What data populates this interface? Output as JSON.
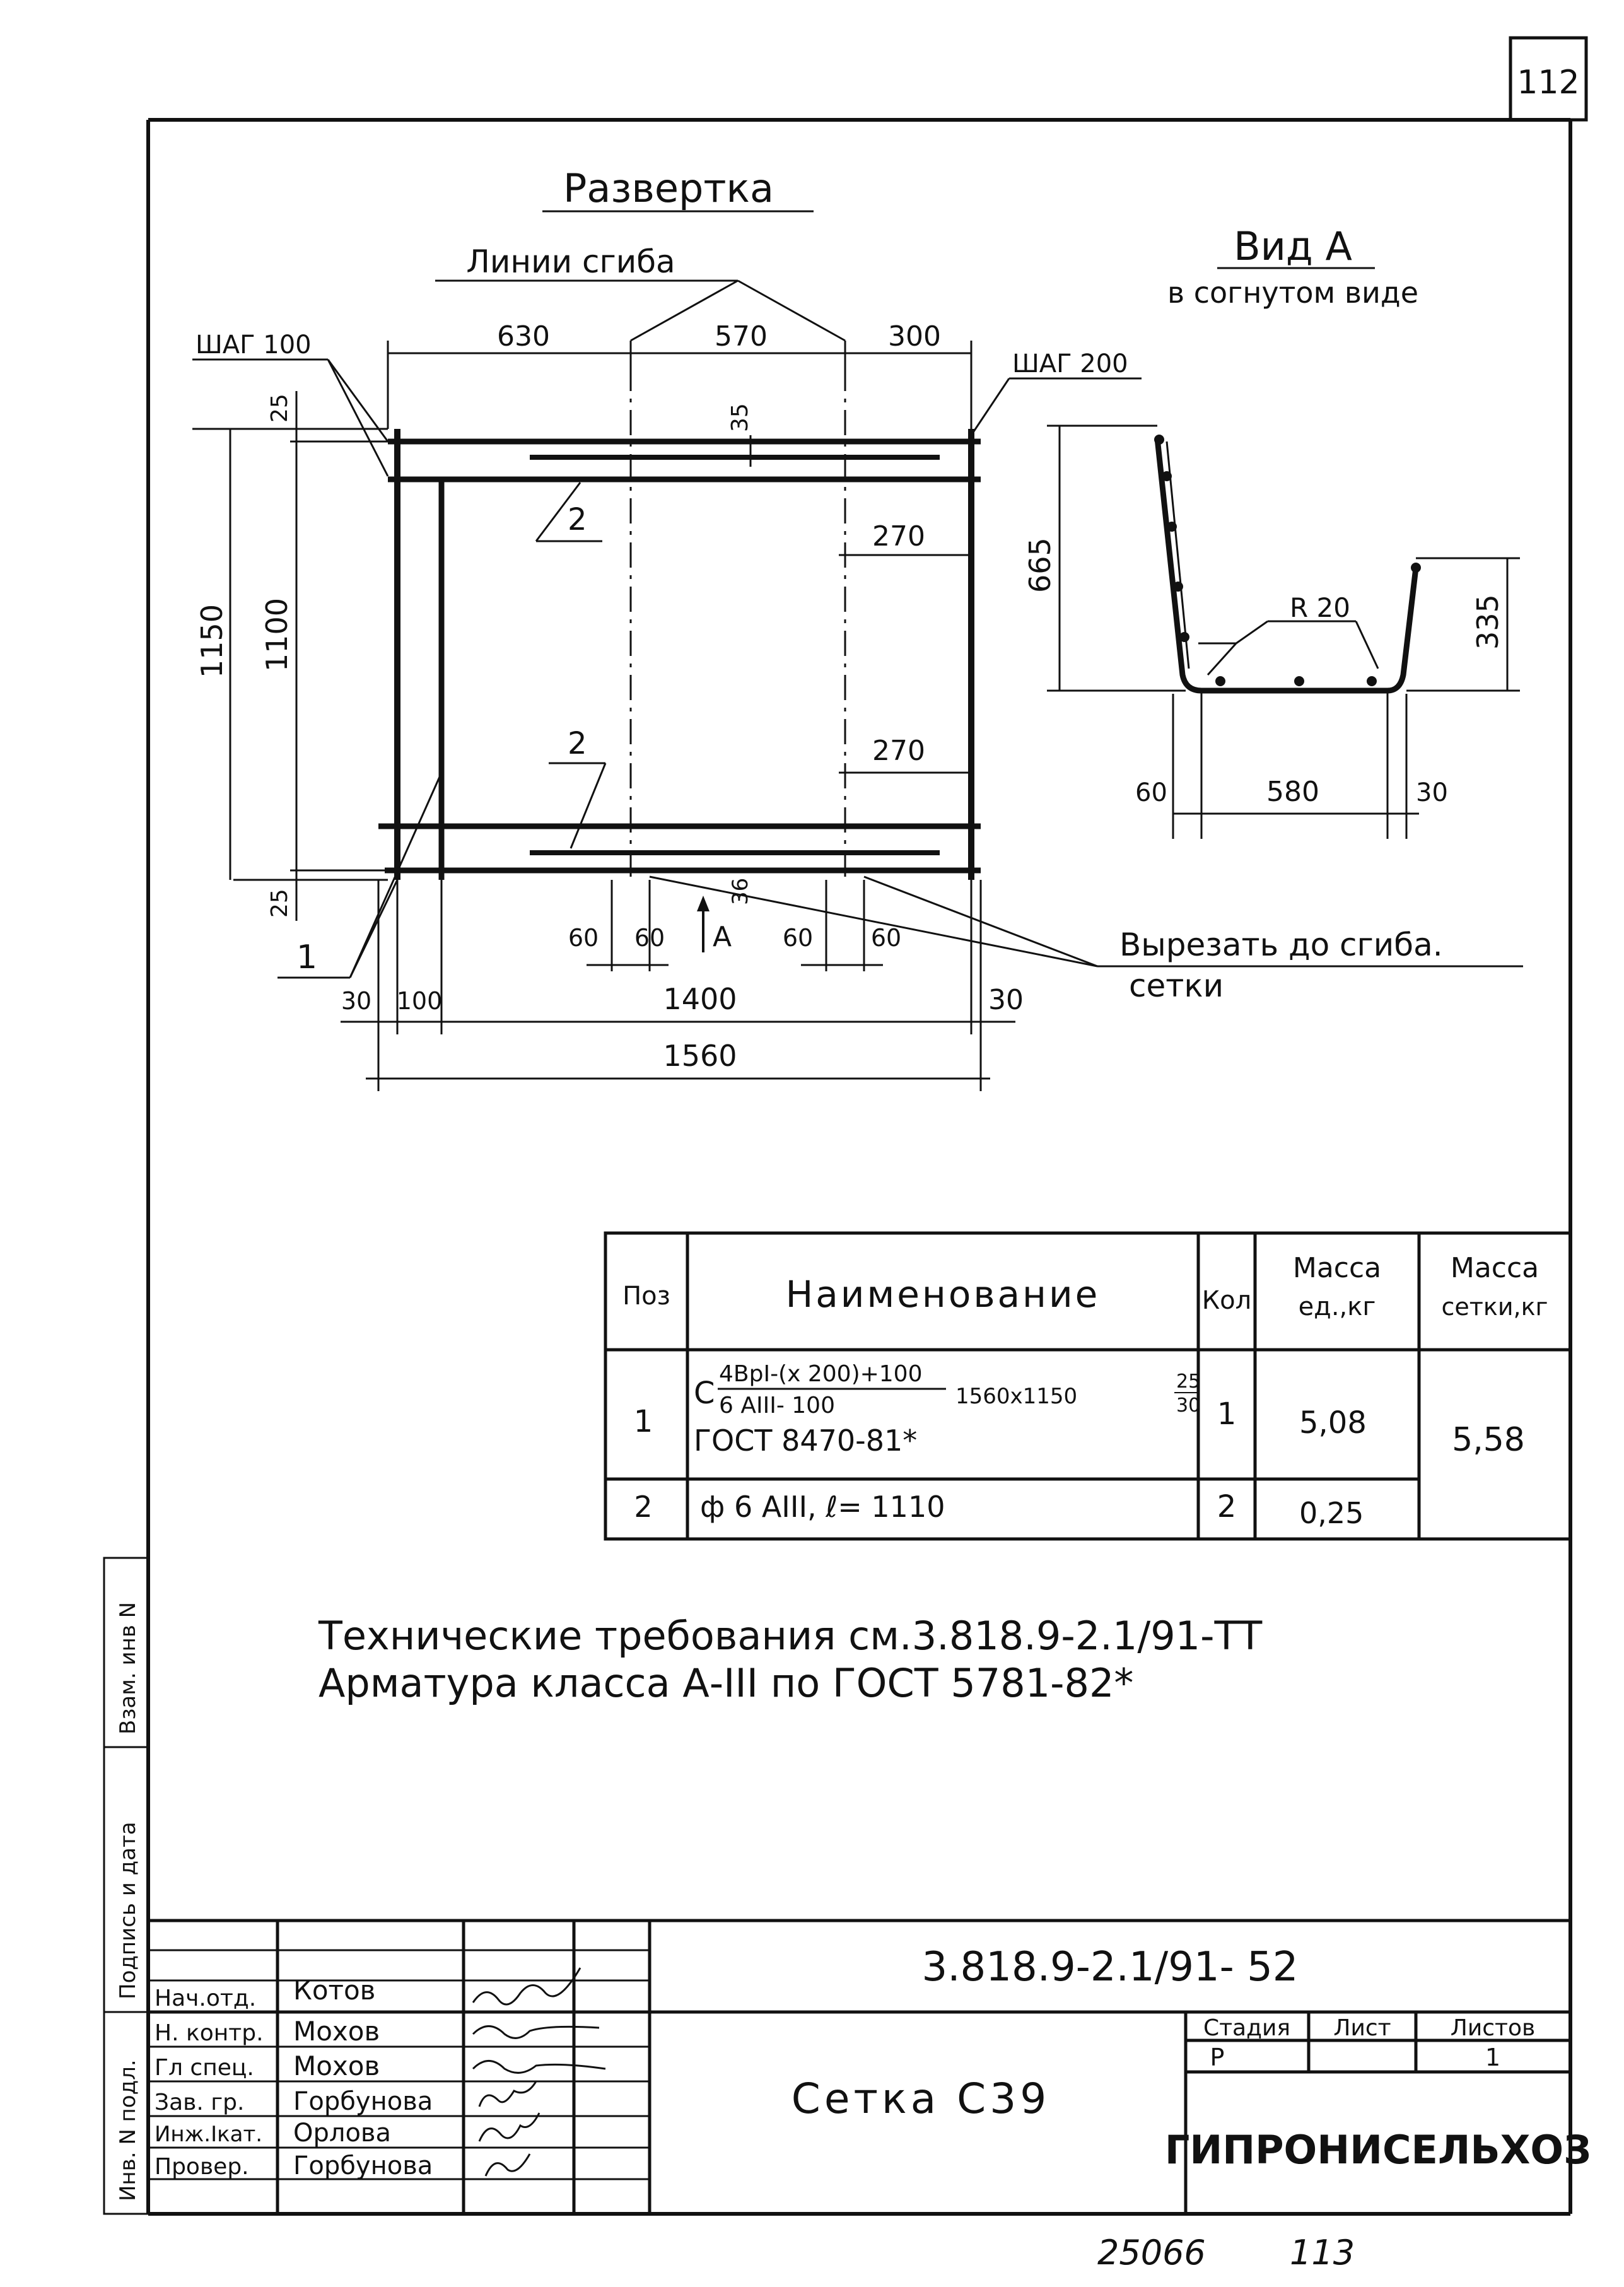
{
  "page_number": "112",
  "unfold": {
    "title": "Развертка",
    "fold_lines_label": "Линии сгиба",
    "step_left": "ШАГ 100",
    "step_right": "ШАГ 200",
    "dims": {
      "top_630": "630",
      "top_570": "570",
      "top_300": "300",
      "d35_top": "35",
      "d270_a": "270",
      "d270_b": "270",
      "left_1150": "1150",
      "left_1100": "1100",
      "d25_top": "25",
      "d25_bottom": "25",
      "d36": "36",
      "d60_a": "60",
      "d60_b": "60",
      "d60_c": "60",
      "d60_d": "60",
      "b30_left": "30",
      "b100": "100",
      "b1400": "1400",
      "b30_right": "30",
      "b1560": "1560"
    },
    "pos2_top": "2",
    "pos2_mid": "2",
    "pos1": "1",
    "view_arrow": "A",
    "cut_note_1": "Вырезать до сгиба.",
    "cut_note_2": "сетки"
  },
  "view_a": {
    "title": "Вид А",
    "subtitle": "в согнутом виде",
    "dims": {
      "h665": "665",
      "h335": "335",
      "r20": "R 20",
      "w60": "60",
      "w580": "580",
      "w30": "30"
    }
  },
  "spec_table": {
    "headers": {
      "pos": "Поз",
      "name": "Наименование",
      "qty": "Кол",
      "mass_unit_1": "Масса",
      "mass_unit_2": "ед.,кг",
      "mass_mesh_1": "Масса",
      "mass_mesh_2": "сетки,кг"
    },
    "rows": [
      {
        "pos": "1",
        "name_prefix": "С",
        "name_num": "4ВрI-(x 200)+100",
        "name_den": "6 АIII- 100",
        "name_size": "1560x1150",
        "name_frac_num": "25",
        "name_frac_den": "30",
        "name_gost": "ГОСТ 8470-81*",
        "qty": "1",
        "mass_unit": "5,08"
      },
      {
        "pos": "2",
        "name": "ф 6 АIII, ℓ= 1110",
        "qty": "2",
        "mass_unit": "0,25"
      }
    ],
    "mass_mesh": "5,58"
  },
  "notes": {
    "line1": "Технические требования см.3.818.9-2.1/91-ТТ",
    "line2": "Арматура класса А-III по ГОСТ 5781-82*"
  },
  "side_stamp": {
    "inv_podl": "Инв. N подл.",
    "podpis_data": "Подпись и дата",
    "vzam_inv": "Взам. инв N"
  },
  "title_block": {
    "doc_code": "3.818.9-2.1/91- 52",
    "title": "Сетка С39",
    "stage_label": "Стадия",
    "sheet_label": "Лист",
    "sheets_label": "Листов",
    "stage": "Р",
    "sheet": "",
    "sheets": "1",
    "org": "ГИПРОНИСЕЛЬХОЗ",
    "staff": [
      {
        "role": "Нач.отд.",
        "name": "Котов"
      },
      {
        "role": "Н. контр.",
        "name": "Мохов"
      },
      {
        "role": "Гл спец.",
        "name": "Мохов"
      },
      {
        "role": "Зав. гр.",
        "name": "Горбунова"
      },
      {
        "role": "Инж.Iкат.",
        "name": "Орлова"
      },
      {
        "role": "Провер.",
        "name": "Горбунова"
      }
    ]
  },
  "footer": {
    "inv_number": "25066",
    "page_num": "113"
  }
}
